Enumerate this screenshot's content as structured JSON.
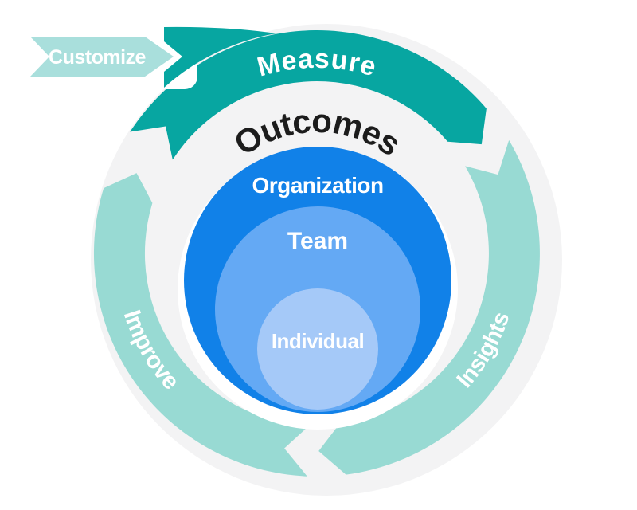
{
  "diagram": {
    "title_hint": "Measure-Insights-Improve cycle with nested outcome levels",
    "background_blob_color": "#f3f3f4",
    "customize": {
      "label": "Customize",
      "color": "#a9dfdc"
    },
    "cycle_segments": [
      {
        "label": "Measure",
        "color": "#07a6a1"
      },
      {
        "label": "Insights",
        "color": "#98dad3"
      },
      {
        "label": "Improve",
        "color": "#98dad3"
      }
    ],
    "outcomes": {
      "label": "Outcomes",
      "color": "#1c1c1c"
    },
    "levels": [
      {
        "label": "Organization",
        "color": "#1181e8"
      },
      {
        "label": "Team",
        "color": "#64a9f4"
      },
      {
        "label": "Individual",
        "color": "#a5c9f8"
      }
    ],
    "label_text_color": "#ffffff"
  }
}
